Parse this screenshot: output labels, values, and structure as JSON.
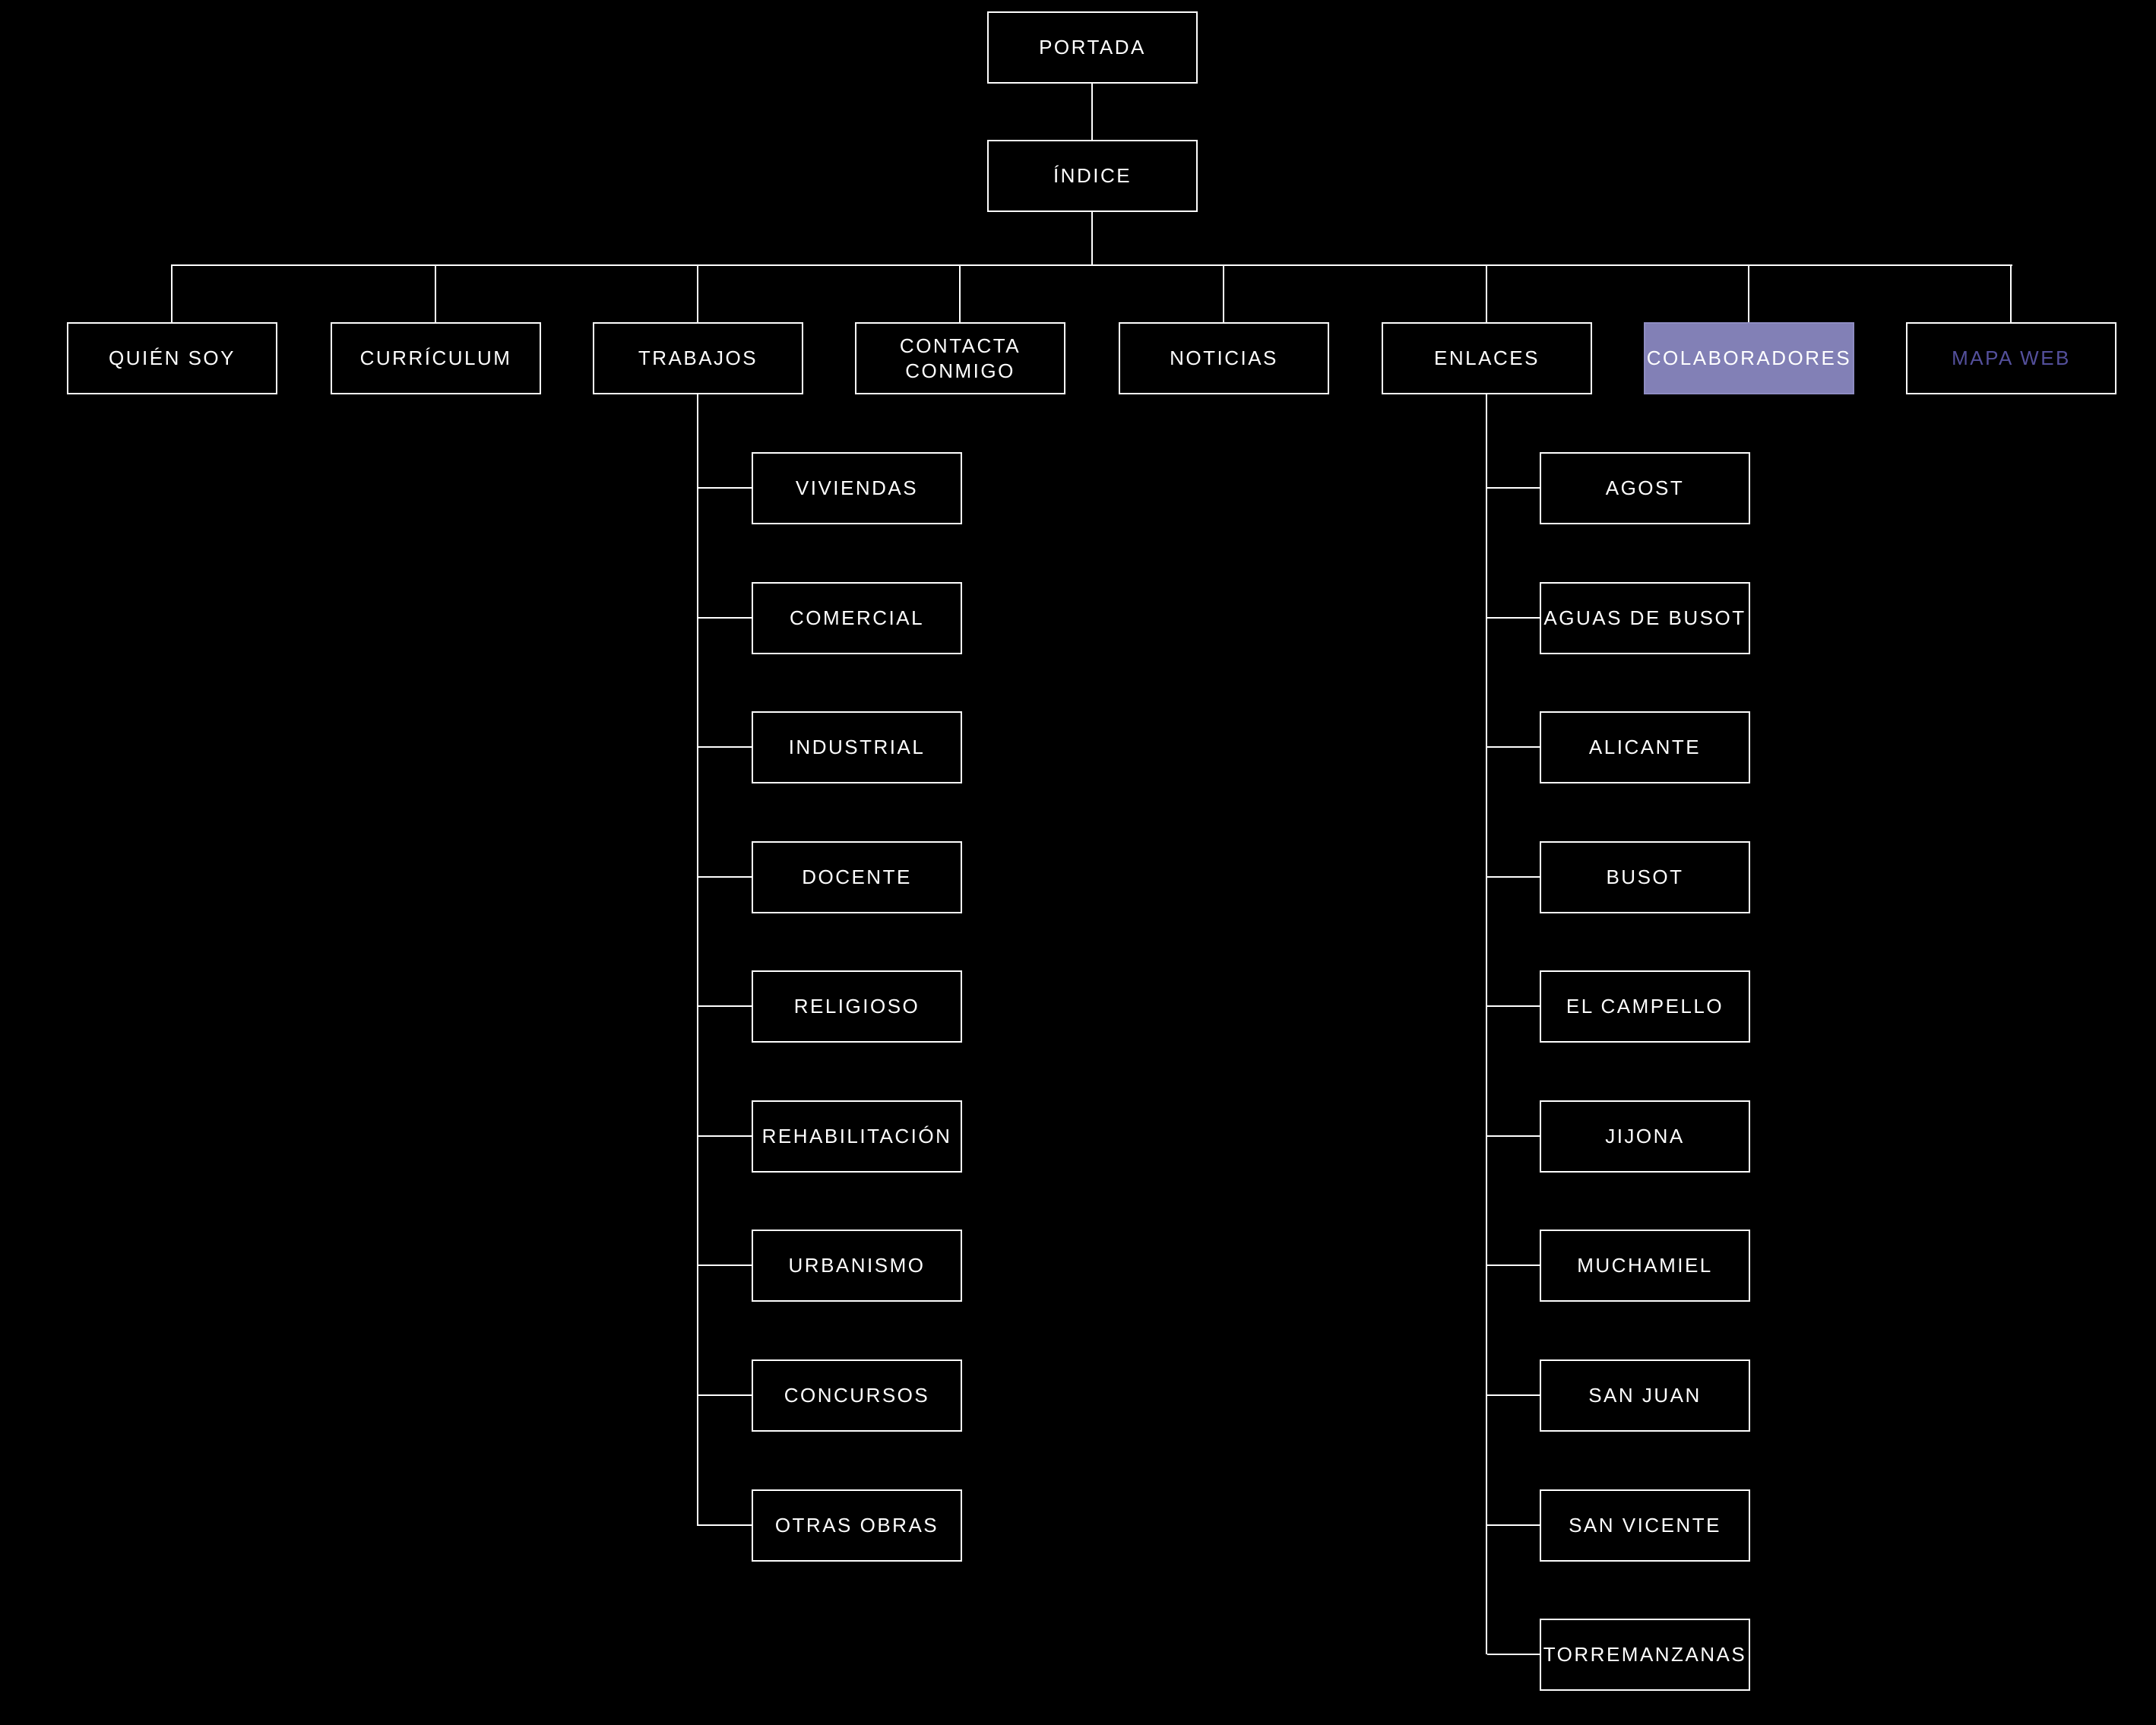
{
  "diagram": {
    "type": "sitemap-tree",
    "background": "#000000",
    "colors": {
      "background": "#000000",
      "box_border": "#ffffff",
      "box_text": "#ffffff",
      "highlight_fill": "#8280b6",
      "highlight_border": "#8e8cc2",
      "link_text": "#54509c",
      "line": "#ffffff"
    },
    "nodes": {
      "portada": "PORTADA",
      "indice": "ÍNDICE",
      "quien_soy": "QUIÉN SOY",
      "curriculum": "CURRÍCULUM",
      "trabajos": "TRABAJOS",
      "contacta": "CONTACTA\nCONMIGO",
      "noticias": "NOTICIAS",
      "enlaces": "ENLACES",
      "colaboradores": "COLABORADORES",
      "mapa_web": "MAPA WEB"
    },
    "trabajos_children": [
      "VIVIENDAS",
      "COMERCIAL",
      "INDUSTRIAL",
      "DOCENTE",
      "RELIGIOSO",
      "REHABILITACIÓN",
      "URBANISMO",
      "CONCURSOS",
      "OTRAS OBRAS"
    ],
    "enlaces_children": [
      "AGOST",
      "AGUAS DE BUSOT",
      "ALICANTE",
      "BUSOT",
      "EL CAMPELLO",
      "JIJONA",
      "MUCHAMIEL",
      "SAN JUAN",
      "SAN VICENTE",
      "TORREMANZANAS"
    ]
  }
}
